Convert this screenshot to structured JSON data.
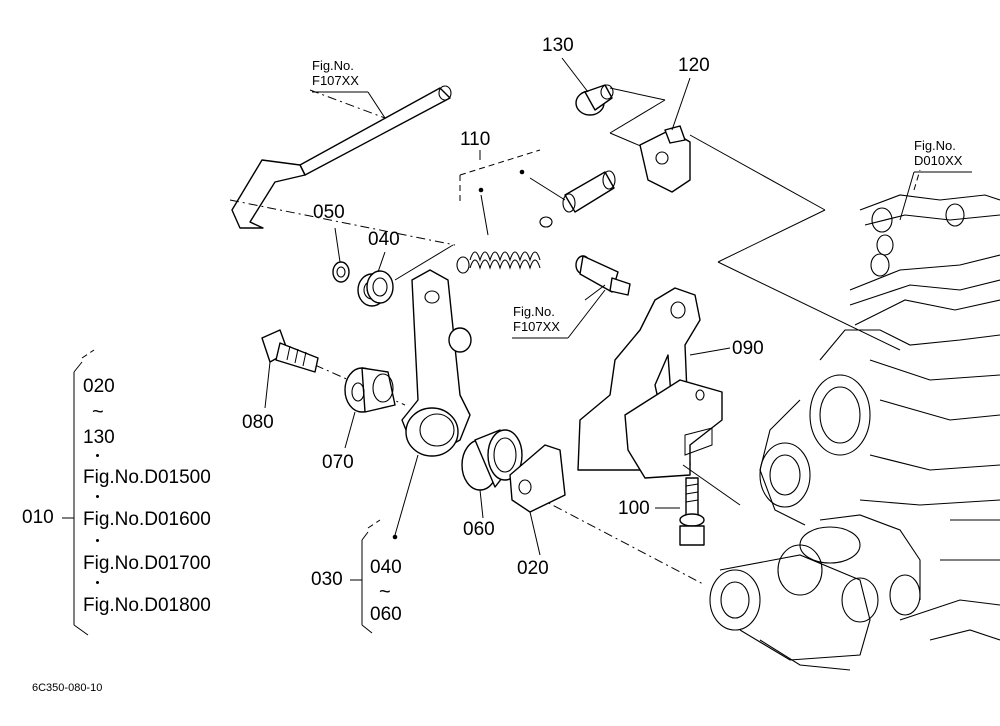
{
  "diagram_code": "6C350-080-10",
  "parts": {
    "p010": "010",
    "p020": "020",
    "p030": "030",
    "p040a": "040",
    "p050": "050",
    "p060": "060",
    "p070": "070",
    "p080": "080",
    "p090": "090",
    "p100": "100",
    "p110": "110",
    "p120": "120",
    "p130": "130"
  },
  "figure_refs": {
    "f107_top_line1": "Fig.No.",
    "f107_top_line2": "F107XX",
    "f107_mid_line1": "Fig.No.",
    "f107_mid_line2": "F107XX",
    "d010_line1": "Fig.No.",
    "d010_line2": "D010XX"
  },
  "group_010": {
    "label": "010",
    "start": "020",
    "end": "130",
    "refs": [
      "Fig.No.D01500",
      "Fig.No.D01600",
      "Fig.No.D01700",
      "Fig.No.D01800"
    ]
  },
  "group_030": {
    "label": "030",
    "start": "040",
    "end": "060"
  },
  "tilde_symbol": "~"
}
